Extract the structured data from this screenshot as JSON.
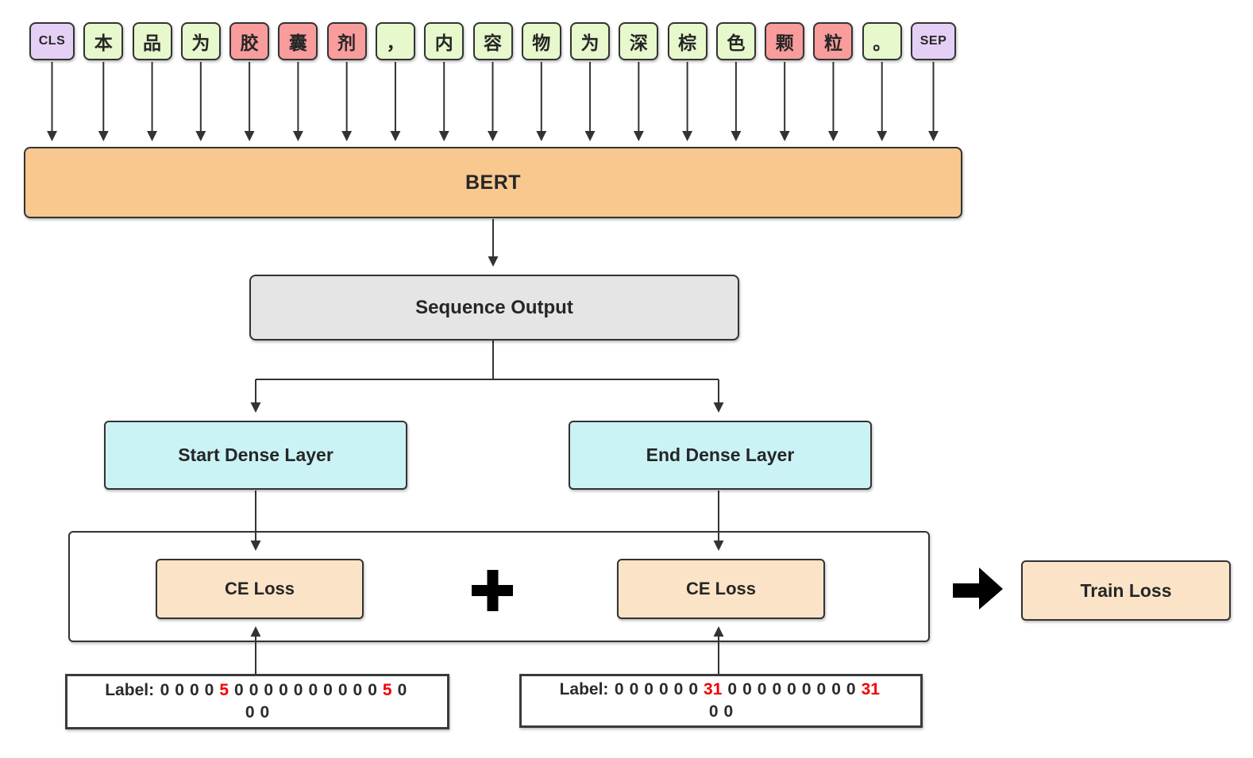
{
  "tokens": [
    {
      "text": "CLS",
      "type": "special"
    },
    {
      "text": "本",
      "type": "normal"
    },
    {
      "text": "品",
      "type": "normal"
    },
    {
      "text": "为",
      "type": "normal"
    },
    {
      "text": "胶",
      "type": "entity"
    },
    {
      "text": "囊",
      "type": "entity"
    },
    {
      "text": "剂",
      "type": "entity"
    },
    {
      "text": "，",
      "type": "normal"
    },
    {
      "text": "内",
      "type": "normal"
    },
    {
      "text": "容",
      "type": "normal"
    },
    {
      "text": "物",
      "type": "normal"
    },
    {
      "text": "为",
      "type": "normal"
    },
    {
      "text": "深",
      "type": "normal"
    },
    {
      "text": "棕",
      "type": "normal"
    },
    {
      "text": "色",
      "type": "normal"
    },
    {
      "text": "颗",
      "type": "entity"
    },
    {
      "text": "粒",
      "type": "entity"
    },
    {
      "text": "。",
      "type": "normal"
    },
    {
      "text": "SEP",
      "type": "special"
    }
  ],
  "nodes": {
    "bert": "BERT",
    "sequence_output": "Sequence Output",
    "start_dense": "Start Dense Layer",
    "end_dense": "End Dense Layer",
    "ce_loss_start": "CE Loss",
    "ce_loss_end": "CE Loss",
    "train_loss": "Train Loss",
    "plus": "+"
  },
  "labels": {
    "start": {
      "prefix": "Label:",
      "values": [
        "0",
        "0",
        "0",
        "0",
        "5",
        "0",
        "0",
        "0",
        "0",
        "0",
        "0",
        "0",
        "0",
        "0",
        "0",
        "5",
        "0",
        "0",
        "0"
      ],
      "highlight_indices": [
        4,
        15
      ],
      "break_after_index": 16
    },
    "end": {
      "prefix": "Label:",
      "values": [
        "0",
        "0",
        "0",
        "0",
        "0",
        "0",
        "31",
        "0",
        "0",
        "0",
        "0",
        "0",
        "0",
        "0",
        "0",
        "0",
        "31",
        "0",
        "0"
      ],
      "highlight_indices": [
        6,
        16
      ],
      "break_after_index": 16
    }
  },
  "colors": {
    "token_special_fill": "#e5d0f5",
    "token_normal_fill": "#e6f8cc",
    "token_entity_fill": "#f99c9c",
    "bert_fill": "#f8c88f",
    "sequence_output_fill": "#e5e5e5",
    "dense_fill": "#cbf3f5",
    "loss_fill": "#fbe3c7",
    "border": "#333333",
    "highlight": "#f40000"
  }
}
